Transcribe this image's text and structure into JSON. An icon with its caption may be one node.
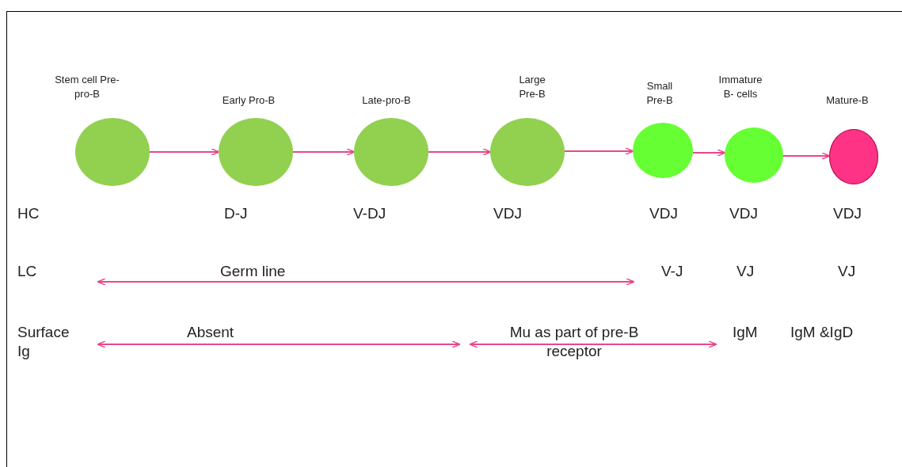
{
  "diagram": {
    "nodes": [
      {
        "text": [
          "Stem cell Pre-pro-B"
        ]
      },
      {
        "text": [
          "Early Pro-B"
        ]
      },
      {
        "text": [
          "Late-pro-B"
        ]
      },
      {
        "text": [
          "Large Pre-B"
        ]
      },
      {
        "text": [
          "Small Pre-B"
        ]
      },
      {
        "text": [
          "Immature B- cells"
        ]
      },
      {
        "text": [
          "Mature-B"
        ]
      }
    ],
    "edges": [
      {
        "from": 0,
        "to": 1,
        "arrow": "to"
      },
      {
        "from": 1,
        "to": 2,
        "arrow": "to"
      },
      {
        "from": 2,
        "to": 3,
        "arrow": "to"
      },
      {
        "from": 3,
        "to": 4,
        "arrow": "to"
      },
      {
        "from": 4,
        "to": 5,
        "arrow": "to"
      },
      {
        "from": 5,
        "to": 6,
        "arrow": "to"
      }
    ],
    "labels": [
      "HC",
      "D-J",
      "V-DJ",
      "VDJ",
      "VDJ",
      "VDJ",
      "VDJ",
      "LC",
      "Germ line",
      "V-J",
      "VJ",
      "VJ",
      "Surface Ig",
      "Absent",
      "Mu as part of pre-B receptor",
      "IgM",
      "IgM &IgD"
    ]
  }
}
